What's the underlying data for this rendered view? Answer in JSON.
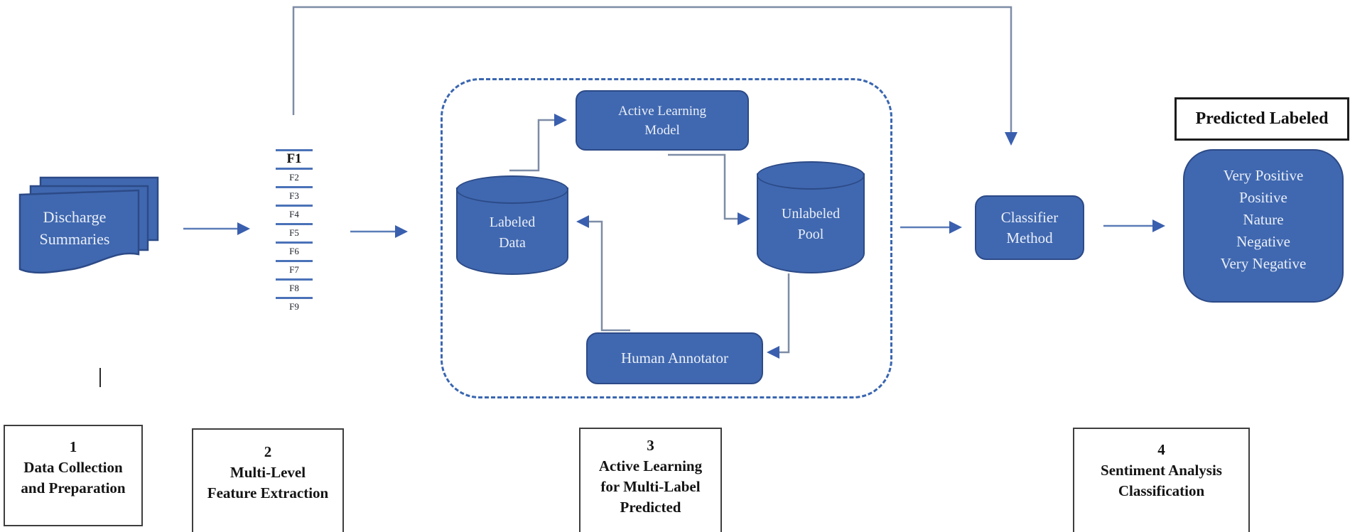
{
  "colors": {
    "box-blue": "#4068b0",
    "box-border": "#2c4a87",
    "dash-blue": "#3a66b0",
    "line-gray": "#7d8ca6",
    "flow-blue": "#5b7cb8",
    "arrow-blue": "#3a5fae",
    "f-line-blue": "#4a72b8",
    "text-light": "#e9eef8"
  },
  "source": {
    "label": "Discharge\nSummaries"
  },
  "features": {
    "items": [
      "F1",
      "F2",
      "F3",
      "F4",
      "F5",
      "F6",
      "F7",
      "F8",
      "F9"
    ]
  },
  "active_learning": {
    "model": "Active Learning\nModel",
    "labeled": "Labeled\nData",
    "unlabeled": "Unlabeled\nPool",
    "annotator": "Human Annotator"
  },
  "classifier": {
    "label": "Classifier\nMethod"
  },
  "output": {
    "title": "Predicted Labeled",
    "labels": [
      "Very Positive",
      "Positive",
      "Nature",
      "Negative",
      "Very Negative"
    ]
  },
  "steps": [
    {
      "number": "1",
      "lines": [
        "Data Collection",
        "and Preparation"
      ]
    },
    {
      "number": "2",
      "lines": [
        "Multi-Level",
        "Feature Extraction"
      ]
    },
    {
      "number": "3",
      "lines": [
        "Active Learning",
        "for Multi-Label",
        "Predicted"
      ]
    },
    {
      "number": "4",
      "lines": [
        "Sentiment Analysis",
        "Classification"
      ]
    }
  ]
}
